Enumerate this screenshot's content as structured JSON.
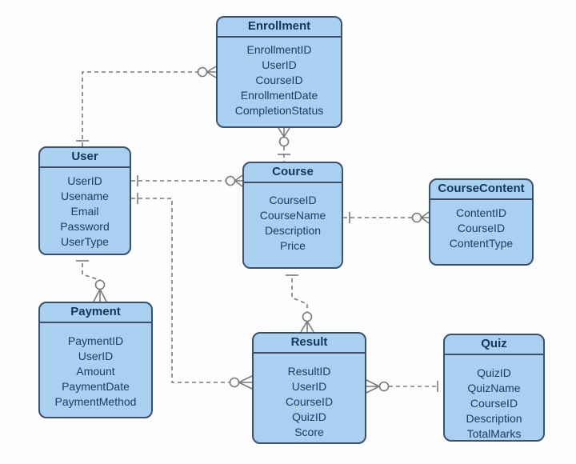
{
  "diagram": {
    "type": "entity-relationship-diagram",
    "notation": "crows-foot",
    "colors": {
      "entity_fill": "#a9cff1",
      "entity_border": "#3c5168",
      "text": "#1d3c63",
      "connector": "#7a7a7a",
      "background": "#fdfdfd"
    },
    "entities": [
      {
        "id": "enrollment",
        "title": "Enrollment",
        "fields": [
          "EnrollmentID",
          "UserID",
          "CourseID",
          "EnrollmentDate",
          "CompletionStatus"
        ]
      },
      {
        "id": "user",
        "title": "User",
        "fields": [
          "UserID",
          "Usename",
          "Email",
          "Password",
          "UserType"
        ]
      },
      {
        "id": "course",
        "title": "Course",
        "fields": [
          "CourseID",
          "CourseName",
          "Description",
          "Price"
        ]
      },
      {
        "id": "coursecontent",
        "title": "CourseContent",
        "fields": [
          "ContentID",
          "CourseID",
          "ContentType"
        ]
      },
      {
        "id": "payment",
        "title": "Payment",
        "fields": [
          "PaymentID",
          "UserID",
          "Amount",
          "PaymentDate",
          "PaymentMethod"
        ]
      },
      {
        "id": "result",
        "title": "Result",
        "fields": [
          "ResultID",
          "UserID",
          "CourseID",
          "QuizID",
          "Score"
        ]
      },
      {
        "id": "quiz",
        "title": "Quiz",
        "fields": [
          "QuizID",
          "QuizName",
          "CourseID",
          "Description",
          "TotalMarks"
        ]
      }
    ],
    "relationships": [
      {
        "from": "User",
        "to": "Enrollment",
        "from_end": "one",
        "to_end": "zero-or-many",
        "line_style": "dashed"
      },
      {
        "from": "Course",
        "to": "Enrollment",
        "from_end": "one",
        "to_end": "zero-or-many",
        "line_style": "dashed"
      },
      {
        "from": "User",
        "to": "Course",
        "from_end": "one",
        "to_end": "zero-or-many",
        "line_style": "dashed"
      },
      {
        "from": "User",
        "to": "Result",
        "from_end": "one",
        "to_end": "zero-or-many",
        "line_style": "dashed"
      },
      {
        "from": "User",
        "to": "Payment",
        "from_end": "one",
        "to_end": "zero-or-many",
        "line_style": "dashed"
      },
      {
        "from": "Course",
        "to": "CourseContent",
        "from_end": "one",
        "to_end": "zero-or-many",
        "line_style": "dashed"
      },
      {
        "from": "Course",
        "to": "Result",
        "from_end": "one",
        "to_end": "zero-or-many",
        "line_style": "dashed"
      },
      {
        "from": "Quiz",
        "to": "Result",
        "from_end": "one",
        "to_end": "zero-or-many",
        "line_style": "dashed"
      }
    ]
  }
}
